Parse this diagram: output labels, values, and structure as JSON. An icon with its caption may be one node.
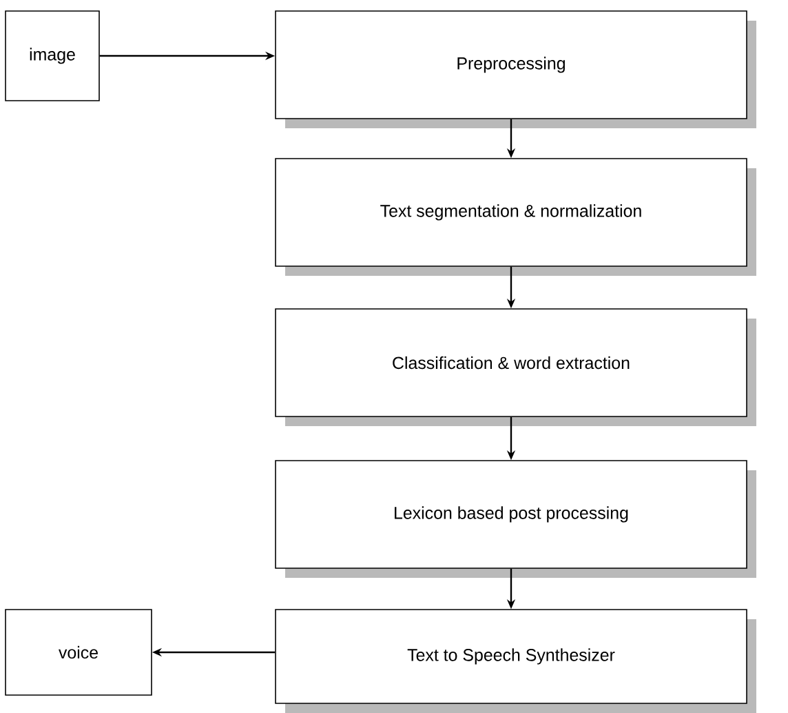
{
  "diagram": {
    "nodes": [
      {
        "text": [
          "image"
        ]
      },
      {
        "text": [
          "Preprocessing"
        ]
      },
      {
        "text": [
          "Text segmentation & normalization"
        ]
      },
      {
        "text": [
          "Classification & word extraction"
        ]
      },
      {
        "text": [
          "Lexicon based post processing"
        ]
      },
      {
        "text": [
          "Text to Speech Synthesizer"
        ]
      },
      {
        "text": [
          "voice"
        ]
      }
    ],
    "edges": [
      {
        "from": 0,
        "to": 1,
        "arrow": "to"
      },
      {
        "from": 1,
        "to": 2,
        "arrow": "to"
      },
      {
        "from": 2,
        "to": 3,
        "arrow": "to"
      },
      {
        "from": 3,
        "to": 4,
        "arrow": "to"
      },
      {
        "from": 4,
        "to": 5,
        "arrow": "to"
      },
      {
        "from": 5,
        "to": 6,
        "arrow": "to"
      }
    ]
  }
}
